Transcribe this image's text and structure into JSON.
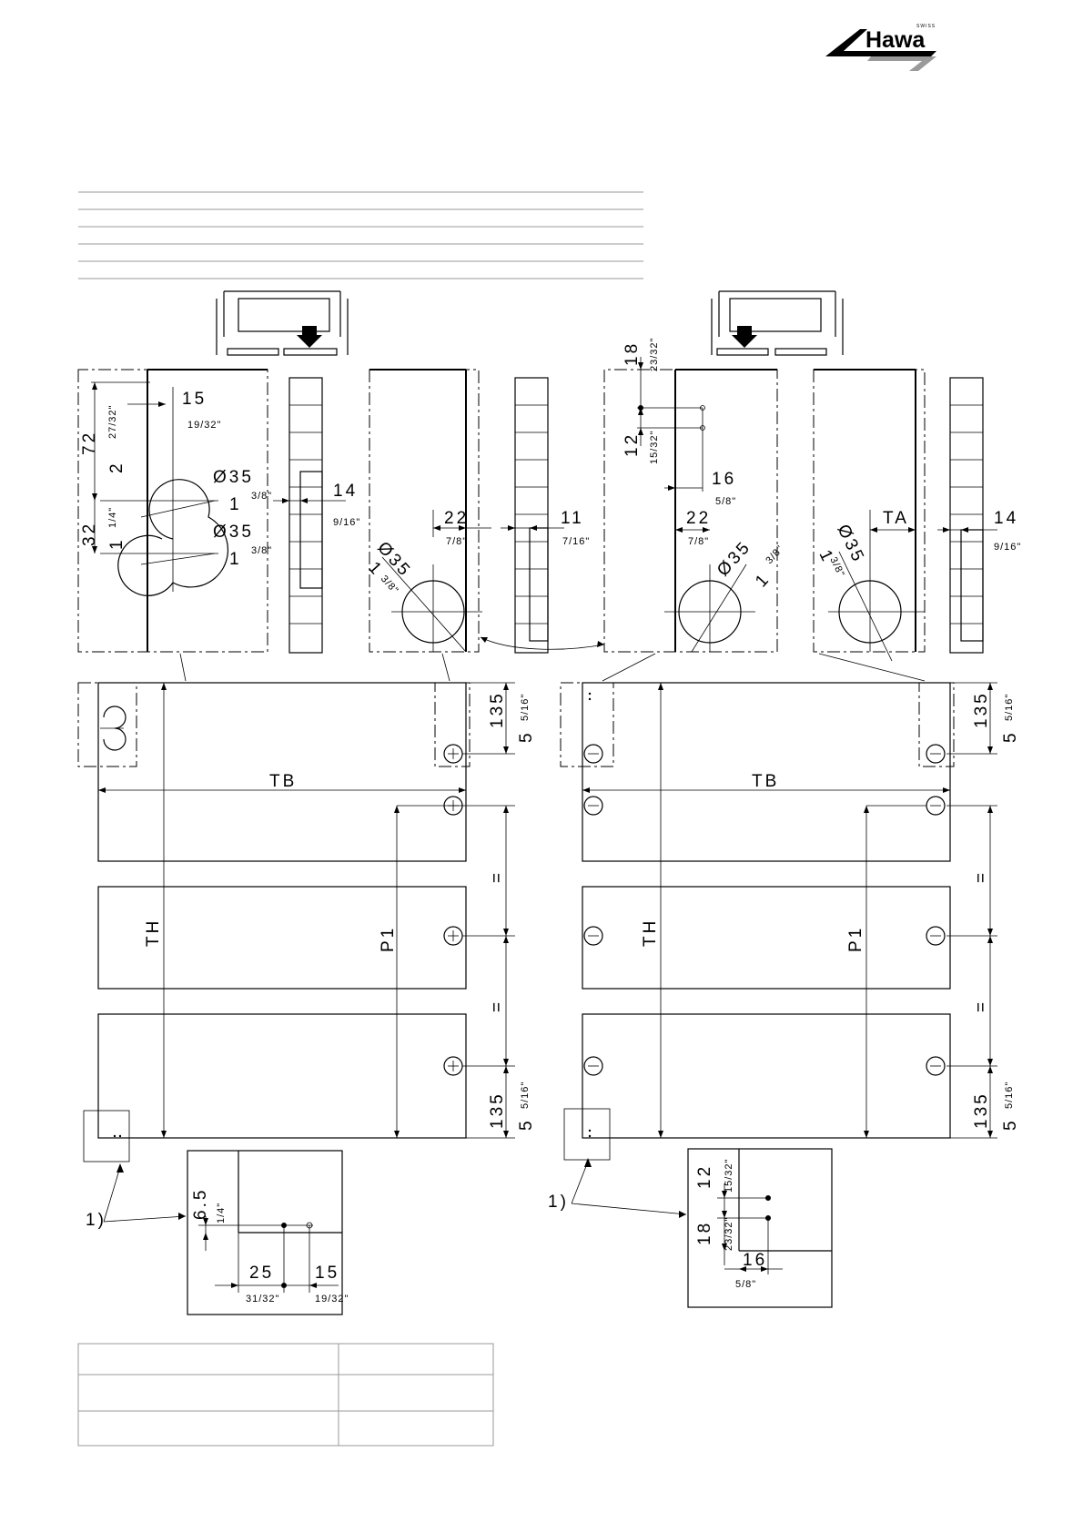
{
  "brand": {
    "name": "Hawa",
    "tagline": "SWISS"
  },
  "dims": {
    "d15": "15",
    "f19_32": "19/32\"",
    "d72": "72",
    "i2": "2",
    "f27_32": "27/32\"",
    "d32": "32",
    "i1": "1",
    "f1_4": "1/4\"",
    "phi35": "Ø35",
    "f3_8": "3/8\"",
    "d14": "14",
    "f9_16": "9/16\"",
    "d22": "22",
    "f7_8": "7/8\"",
    "d11": "11",
    "f7_16": "7/16\"",
    "d18": "18",
    "f23_32": "23/32\"",
    "d12": "12",
    "f15_32": "15/32\"",
    "d16": "16",
    "f5_8": "5/8\"",
    "TA": "TA",
    "TB": "TB",
    "TH": "TH",
    "P1": "P1",
    "d135": "135",
    "i5": "5",
    "f5_16": "5/16\"",
    "eq": "=",
    "d6_5": "6.5",
    "d25": "25",
    "f31_32": "31/32\"",
    "note1": "1)"
  }
}
